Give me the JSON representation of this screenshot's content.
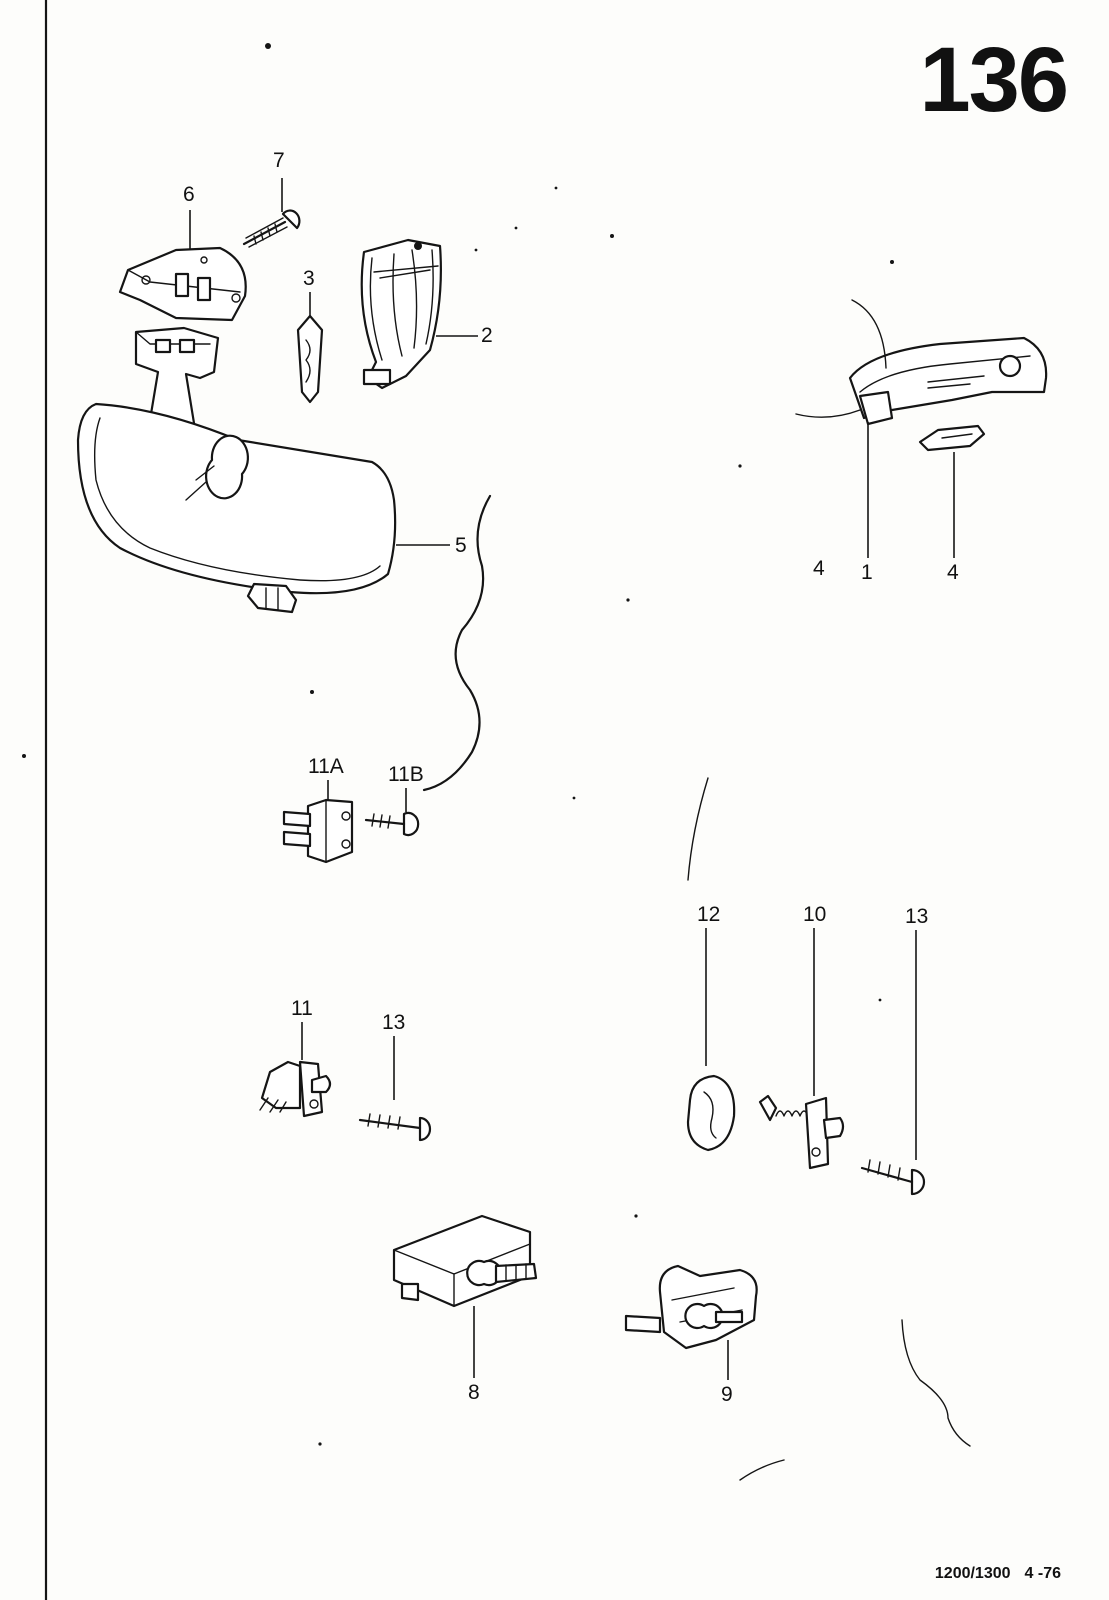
{
  "page_number": "136",
  "footer": {
    "model": "1200/1300",
    "date": "4 -76"
  },
  "callouts": {
    "p1": "1",
    "p2": "2",
    "p3": "3",
    "p4": "4",
    "p4_handwritten": "4",
    "p5": "5",
    "p6": "6",
    "p7": "7",
    "p8": "8",
    "p9": "9",
    "p10": "10",
    "p11": "11",
    "p11a": "11A",
    "p11b": "11B",
    "p12": "12",
    "p13_left": "13",
    "p13_right": "13"
  }
}
